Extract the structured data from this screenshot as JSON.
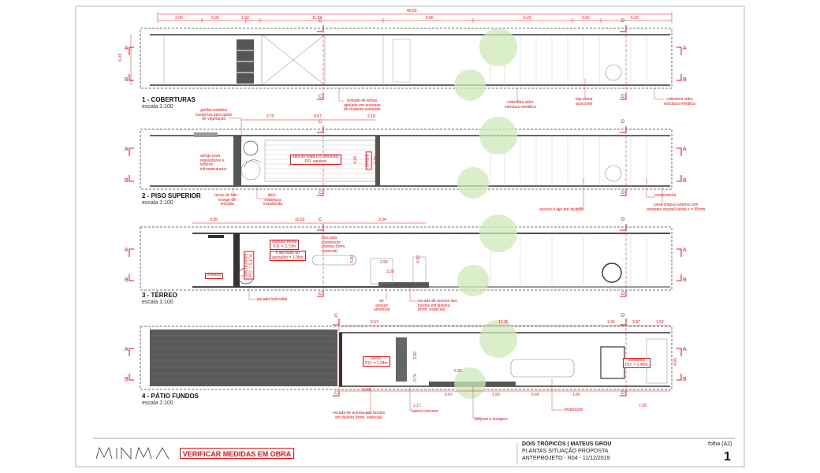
{
  "plans": [
    {
      "id": "coberturas",
      "title": "1 - COBERTURAS",
      "scale": "escala 1:100"
    },
    {
      "id": "piso-superior",
      "title": "2 - PISO SUPERIOR",
      "scale": "escala 1:100"
    },
    {
      "id": "terreo",
      "title": "3 - TÉRREO",
      "scale": "escala 1:100"
    },
    {
      "id": "patio",
      "title": "4 - PÁTIO FUNDOS",
      "scale": "escala 1:100"
    }
  ],
  "section_marks": {
    "a": "A",
    "b": "B",
    "c": "C",
    "d": "D"
  },
  "dims": {
    "p1": {
      "total": "40.83",
      "d1": "3.00",
      "d2": "5.35",
      "d3": "1.92",
      "d4": "11.54",
      "d5": "8.86",
      "d6": "6.25",
      "d7": "2.65",
      "d8": "6.25",
      "h": "6.03"
    },
    "p2": {
      "d1": "2.75",
      "d2": "9.67",
      "d3": "2.18",
      "h1": "4.26",
      "h2": "4.30"
    },
    "p3": {
      "d1": "3.35",
      "d2": "12.62",
      "d3": "3.34",
      "h1": "4.30",
      "h2": "4.30",
      "s1": "2.95",
      "s2": "2.20"
    },
    "p4": {
      "d1": "6.57",
      "d2": "17.25",
      "d3": "1.66",
      "d4": "2.87",
      "d5": "1.62",
      "d6": "5.39",
      "d7": "6.97",
      "d8": "1.50",
      "d9": "5.60",
      "d10": "1.66",
      "d11": "5.35",
      "d12": "1.17",
      "d13": "7.39",
      "h1": "3.60",
      "h2": "0.70",
      "h3": "4.60"
    }
  },
  "notes": {
    "p1": {
      "telhado": "telhado de telhas\napoiado em tesouras\nde madeira existente",
      "cobertura_vidro1": "cobertura vidro\nestrutura metálica",
      "laje": "laje plana\nacessível",
      "cobertura_vidro2": "cobertura vidro\nestrutura metálica"
    },
    "p2": {
      "grelha": "grelha metálica\nsuspensa para apoio\nde vegetação",
      "abrigo": "abrigo para\nreguladores e\nleitores\ninfraestruturais",
      "sala": "sala de yoga (15 pessoas)\nP.D. variável",
      "recuo": "recuo do lote -\nlounge de\nentrada",
      "atrio": "átrio -\ncobertura\ntranslúcida",
      "composteira": "composteira",
      "caixa": "caixa d'água externa com\nanteparo drywall verde e = 55mm",
      "acesso": "acesso à laje por alçapão",
      "armario": "armário"
    },
    "p3": {
      "subsolo": "subsolo frente\nP.D. = 2,73m",
      "altura": "h até base do\nassoalho = 1,05m",
      "bancada": "bancada\ntratamento\nplantas (form.\nespecial)",
      "entrada": "entrada",
      "escada_helicoidal": "escada helicoidal",
      "wc": "wc\nacesso\nuniversal",
      "escada_fundos": "escada de acesso aos\nfundos em tijoleira\n(form. especial)",
      "reuniao": "sala reuniões\nP.D. = 5,17m"
    },
    "p4": {
      "porao": "porão\nP.D. = 1,34m",
      "sanitarios": "sanitários\nP.D. = 2,40m",
      "escada": "escada de acesso aos fundos\nem tijoleira (form. especial)",
      "banco": "banco concreto",
      "preparo": "preparo e lavagem",
      "finalizacao": "finalização"
    }
  },
  "title_block": {
    "verify": "VERIFICAR MEDIDAS EM OBRA",
    "project": "DOIS TRÓPICOS | MATEUS GROU",
    "sheet_name": "PLANTAS SITUAÇÃO PROPOSTA",
    "phase": "ANTEPROJETO - R04 - 11/12/2019",
    "folha": "folha (A2)",
    "number": "1"
  },
  "colors": {
    "red": "#e0161b",
    "line": "#555555",
    "tree": "#cfe8b8",
    "grey": "#6e6e6e"
  }
}
